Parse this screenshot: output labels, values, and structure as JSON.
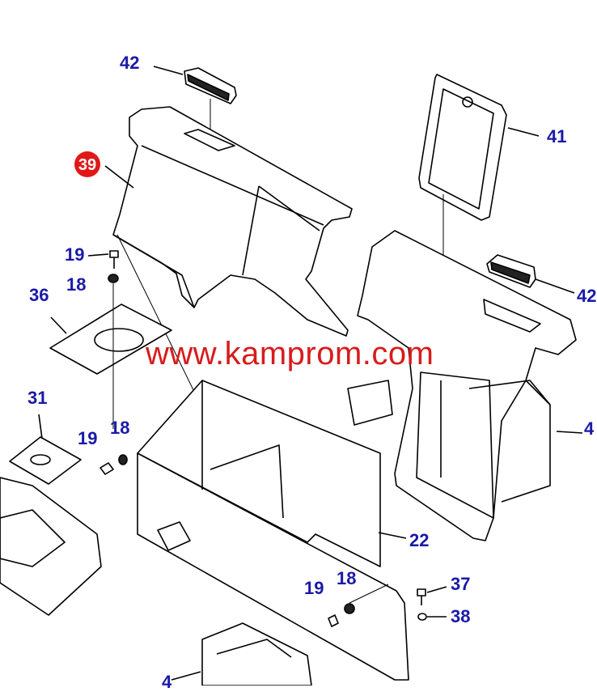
{
  "diagram": {
    "callouts": [
      {
        "id": "c42a",
        "text": "42"
      },
      {
        "id": "c41",
        "text": "41"
      },
      {
        "id": "c39",
        "text": "39"
      },
      {
        "id": "c19a",
        "text": "19"
      },
      {
        "id": "c18a",
        "text": "18"
      },
      {
        "id": "c36",
        "text": "36"
      },
      {
        "id": "c42b",
        "text": "42"
      },
      {
        "id": "c31",
        "text": "31"
      },
      {
        "id": "c19b",
        "text": "19"
      },
      {
        "id": "c18b",
        "text": "18"
      },
      {
        "id": "c4a",
        "text": "4"
      },
      {
        "id": "c22",
        "text": "22"
      },
      {
        "id": "c19c",
        "text": "19"
      },
      {
        "id": "c18c",
        "text": "18"
      },
      {
        "id": "c37",
        "text": "37"
      },
      {
        "id": "c38",
        "text": "38"
      },
      {
        "id": "c4b",
        "text": "4"
      }
    ],
    "highlight_badge": "39",
    "watermark": "www.kamprom.com",
    "colors": {
      "callout": "#1a1aa8",
      "badge": "#e01818",
      "watermark": "#d81c1c",
      "line": "#000000"
    }
  }
}
